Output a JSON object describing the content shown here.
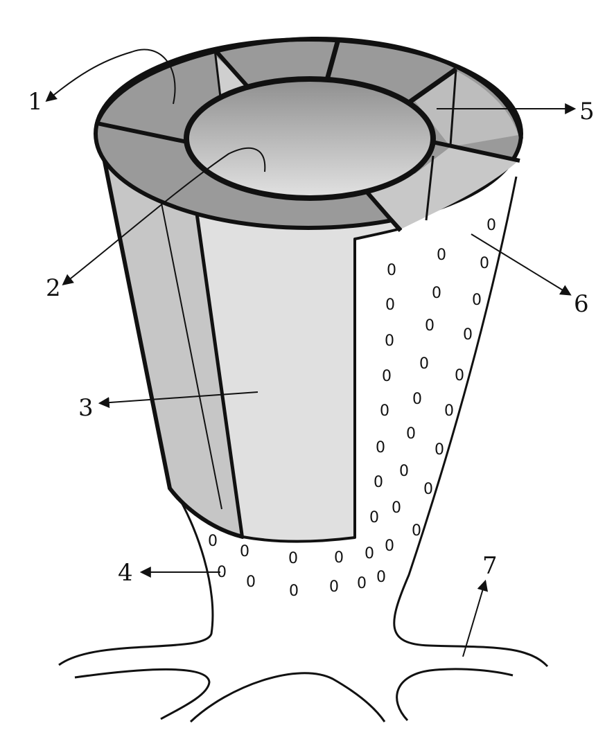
{
  "labels": {
    "l1": "1",
    "l2": "2",
    "l3": "3",
    "l4": "4",
    "l5": "5",
    "l6": "6",
    "l7": "7"
  },
  "colors": {
    "outline": "#111111",
    "cell_dark": "#9a9a9a",
    "cell_light": "#c6c6c6",
    "inner_wall": "#e0e0e0",
    "lumen_top": "#8f8f8f",
    "lumen_bottom": "#dcdcdc"
  },
  "marker_glyph": "0"
}
